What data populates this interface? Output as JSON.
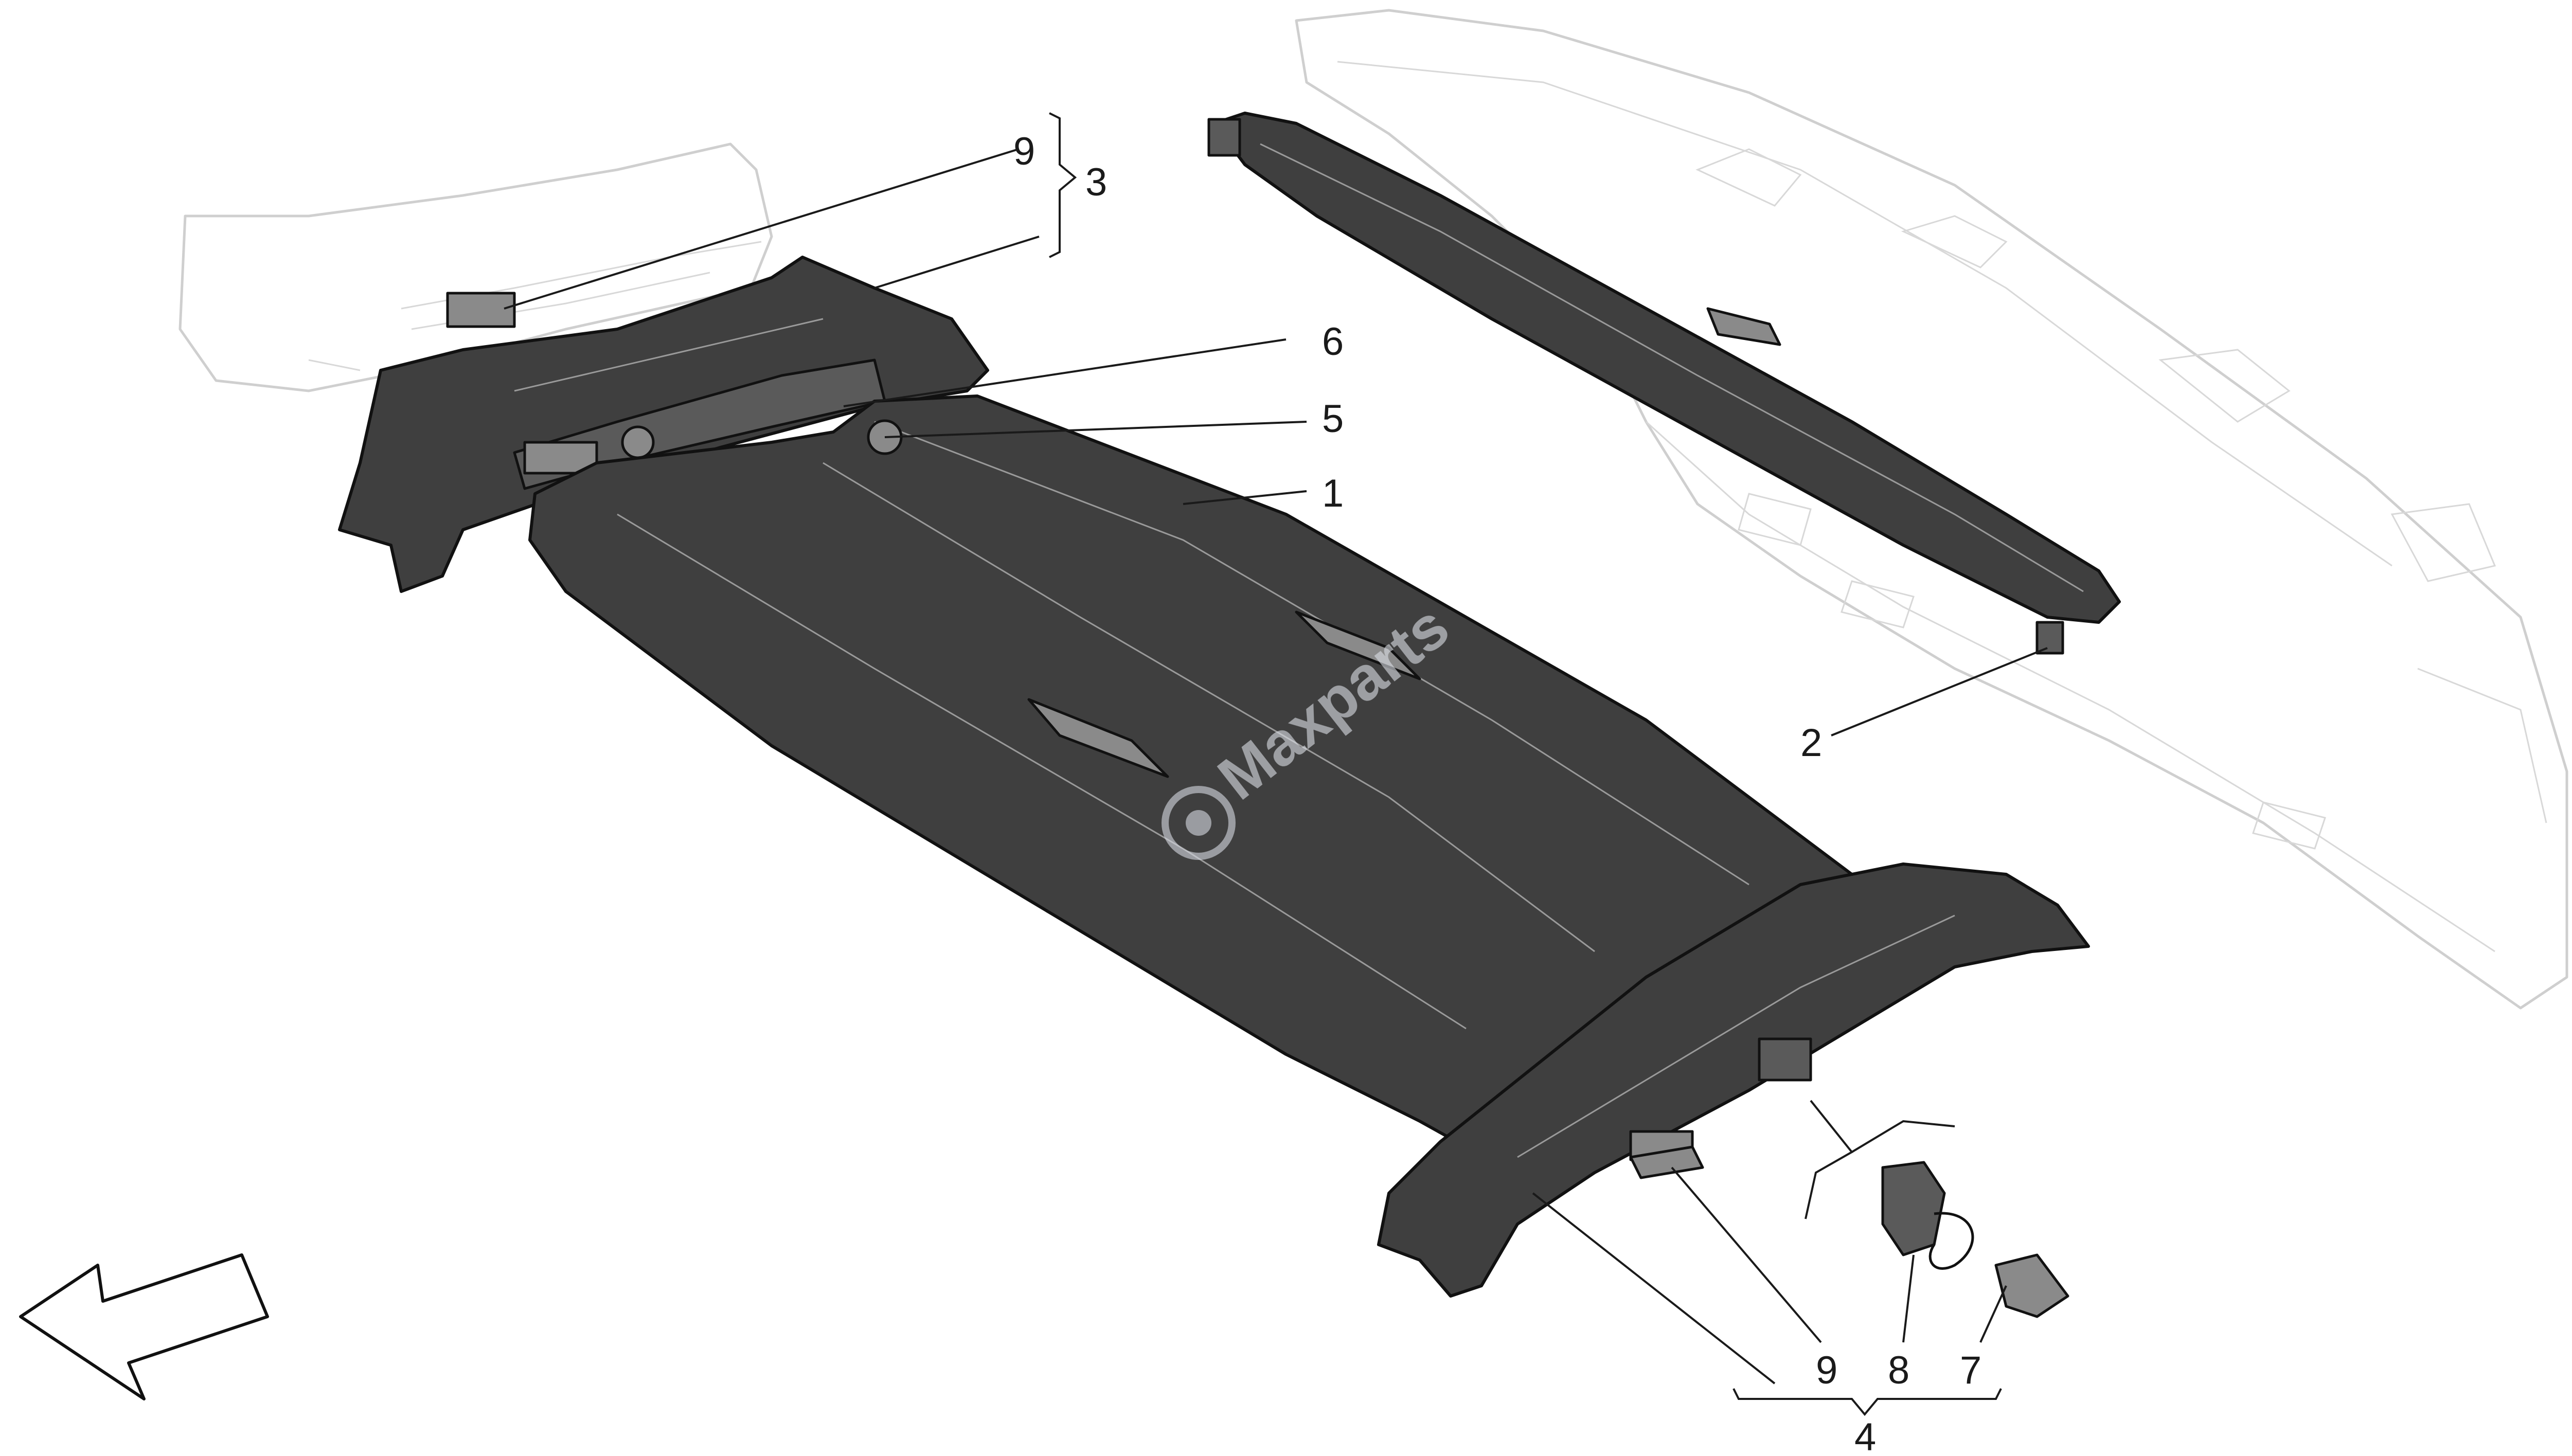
{
  "callouts": {
    "c1": "1",
    "c2": "2",
    "c3": "3",
    "c4": "4",
    "c5": "5",
    "c6": "6",
    "c7": "7",
    "c8": "8",
    "c9_top": "9",
    "c9_bottom": "9"
  },
  "watermark": {
    "text": "Maxparts"
  },
  "colors": {
    "part_fill": "#3f3f3f",
    "ghost_line": "#cfcfcf",
    "text": "#1a1a1a"
  }
}
